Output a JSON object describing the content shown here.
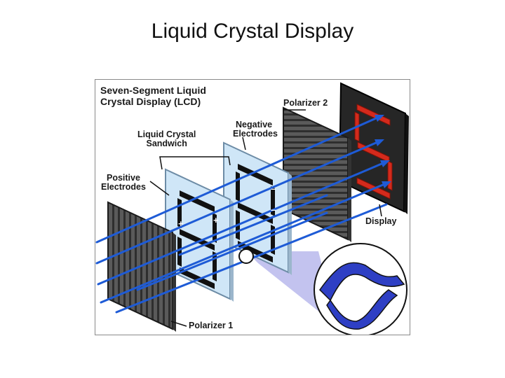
{
  "slide": {
    "title": "Liquid Crystal Display"
  },
  "diagram": {
    "heading_line1": "Seven-Segment Liquid",
    "heading_line2": "Crystal Display (LCD)",
    "labels": {
      "polarizer2": "Polarizer 2",
      "negative_line1": "Negative",
      "negative_line2": "Electrodes",
      "lc_line1": "Liquid Crystal",
      "lc_line2": "Sandwich",
      "positive_line1": "Positive",
      "positive_line2": "Electrodes",
      "display": "Display",
      "polarizer1": "Polarizer 1"
    },
    "signs": {
      "plus": "+",
      "minus": "–"
    },
    "colors": {
      "light_ray": "#1e5bd6",
      "display_segment": "#d42a1c",
      "display_panel": "#262626",
      "glass": "#cfe6f7",
      "polarizer": "#4a4a4a",
      "magnify_cone": "#b8b8ec",
      "crystal_ribbon": "#2e3fc4"
    }
  }
}
